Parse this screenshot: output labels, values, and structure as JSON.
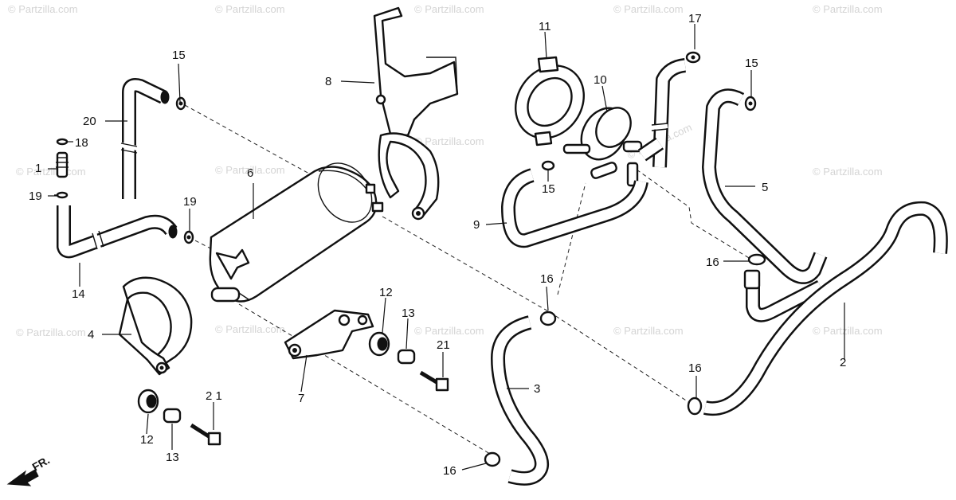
{
  "watermark": "© Partzilla.com",
  "front_indicator": "FR.",
  "callouts": [
    {
      "id": "c1",
      "text": "1"
    },
    {
      "id": "c2",
      "text": "2"
    },
    {
      "id": "c3",
      "text": "3"
    },
    {
      "id": "c4",
      "text": "4"
    },
    {
      "id": "c5",
      "text": "5"
    },
    {
      "id": "c6",
      "text": "6"
    },
    {
      "id": "c7",
      "text": "7"
    },
    {
      "id": "c8",
      "text": "8"
    },
    {
      "id": "c9",
      "text": "9"
    },
    {
      "id": "c10",
      "text": "10"
    },
    {
      "id": "c11",
      "text": "11"
    },
    {
      "id": "c12a",
      "text": "12"
    },
    {
      "id": "c12b",
      "text": "12"
    },
    {
      "id": "c13a",
      "text": "13"
    },
    {
      "id": "c13b",
      "text": "13"
    },
    {
      "id": "c14",
      "text": "14"
    },
    {
      "id": "c15a",
      "text": "15"
    },
    {
      "id": "c15b",
      "text": "15"
    },
    {
      "id": "c15c",
      "text": "15"
    },
    {
      "id": "c16a",
      "text": "16"
    },
    {
      "id": "c16b",
      "text": "16"
    },
    {
      "id": "c16c",
      "text": "16"
    },
    {
      "id": "c16d",
      "text": "16"
    },
    {
      "id": "c17",
      "text": "17"
    },
    {
      "id": "c18",
      "text": "18"
    },
    {
      "id": "c19a",
      "text": "19"
    },
    {
      "id": "c19b",
      "text": "19"
    },
    {
      "id": "c20",
      "text": "20"
    },
    {
      "id": "c21a",
      "text": "21"
    },
    {
      "id": "c21b",
      "text": "2 1"
    }
  ]
}
